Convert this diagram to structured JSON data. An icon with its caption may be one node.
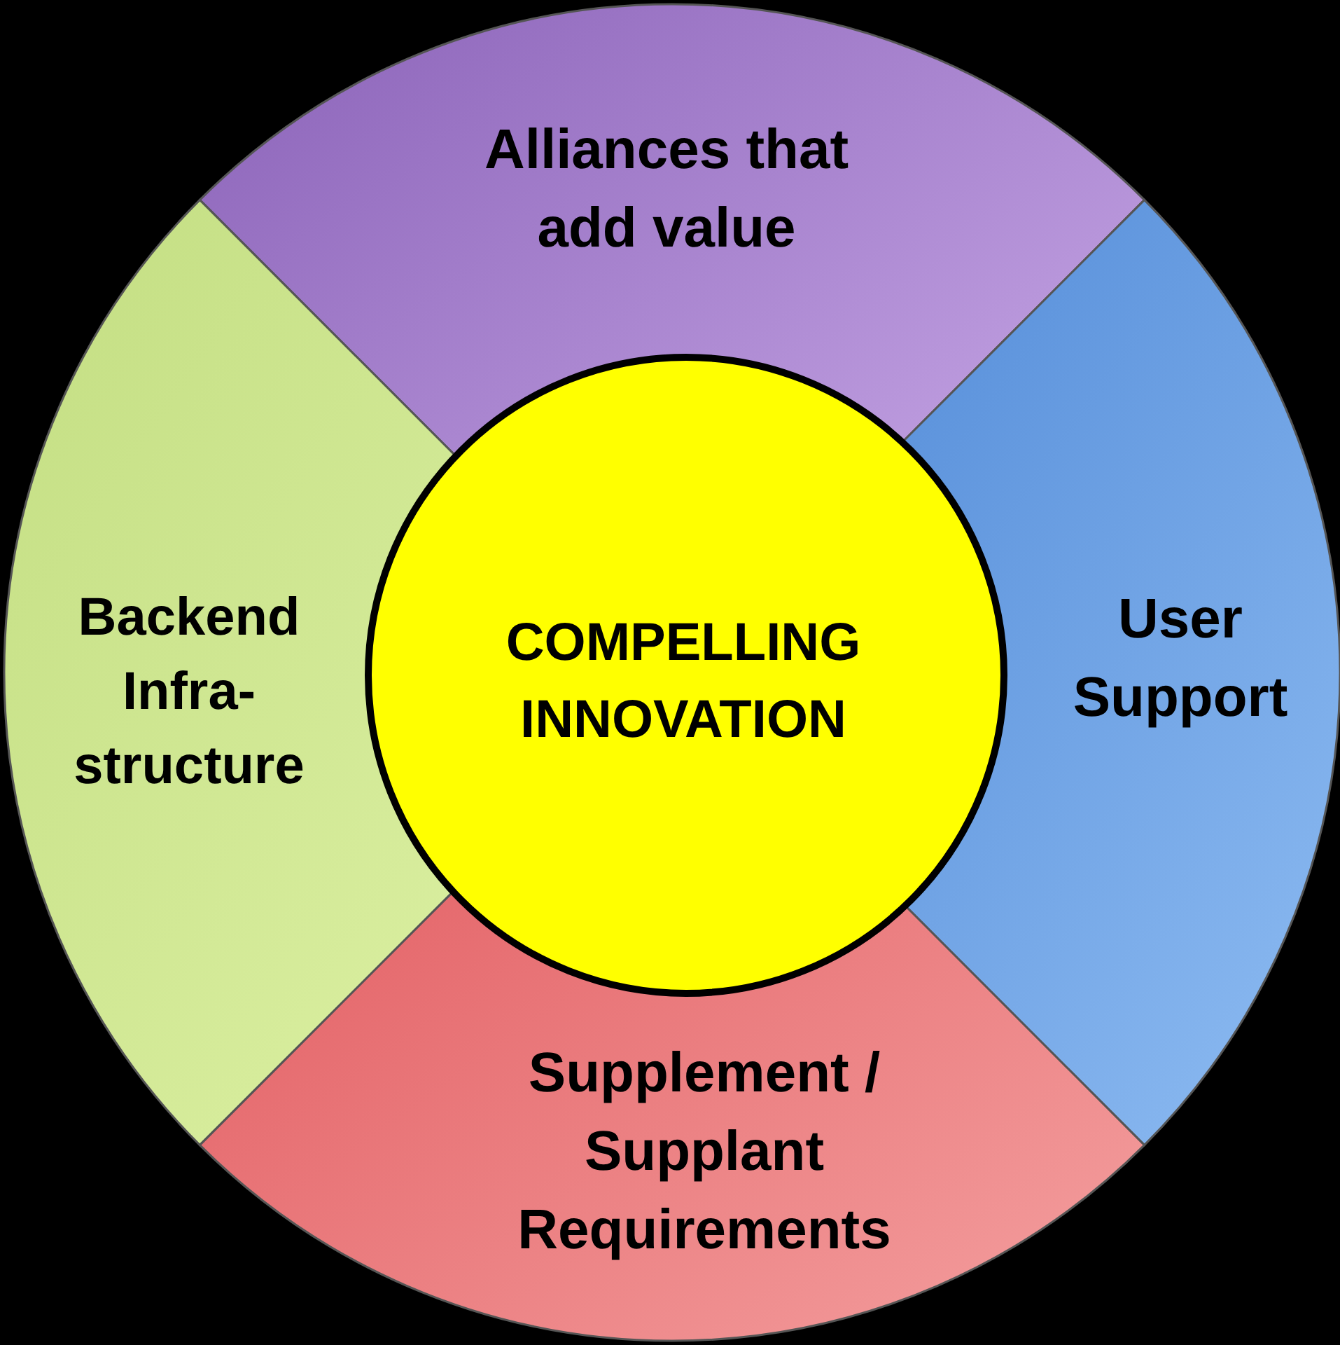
{
  "diagram": {
    "nodes": [
      {
        "text": [
          "Alliances that add value"
        ]
      },
      {
        "text": [
          "Backend Infra- structure"
        ]
      },
      {
        "text": [
          "COMPELLING INNOVATION"
        ]
      },
      {
        "text": [
          "User Support"
        ]
      },
      {
        "text": [
          "Supplement / Supplant Requirements"
        ]
      }
    ]
  }
}
